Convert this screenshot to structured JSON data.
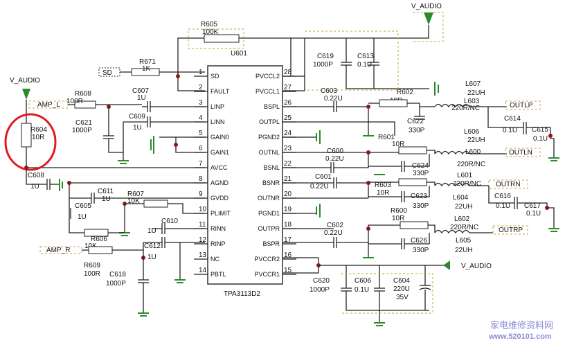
{
  "chip": {
    "ref": "U601",
    "part": "TPA3113D2",
    "left_pins": [
      {
        "num": "1",
        "name": "SD"
      },
      {
        "num": "2",
        "name": "FAULT"
      },
      {
        "num": "3",
        "name": "LINP"
      },
      {
        "num": "4",
        "name": "LINN"
      },
      {
        "num": "5",
        "name": "GAIN0"
      },
      {
        "num": "6",
        "name": "GAIN1"
      },
      {
        "num": "7",
        "name": "AVCC"
      },
      {
        "num": "8",
        "name": "AGND"
      },
      {
        "num": "9",
        "name": "GVDD"
      },
      {
        "num": "10",
        "name": "PLIMIT"
      },
      {
        "num": "11",
        "name": "RINN"
      },
      {
        "num": "12",
        "name": "RINP"
      },
      {
        "num": "13",
        "name": "NC"
      },
      {
        "num": "14",
        "name": "PBTL"
      }
    ],
    "right_pins": [
      {
        "num": "28",
        "name": "PVCCL2"
      },
      {
        "num": "27",
        "name": "PVCCL1"
      },
      {
        "num": "26",
        "name": "BSPL"
      },
      {
        "num": "25",
        "name": "OUTPL"
      },
      {
        "num": "24",
        "name": "PGND2"
      },
      {
        "num": "23",
        "name": "OUTNL"
      },
      {
        "num": "22",
        "name": "BSNL"
      },
      {
        "num": "21",
        "name": "BSNR"
      },
      {
        "num": "20",
        "name": "OUTNR"
      },
      {
        "num": "19",
        "name": "PGND1"
      },
      {
        "num": "18",
        "name": "OUTPR"
      },
      {
        "num": "17",
        "name": "BSPR"
      },
      {
        "num": "16",
        "name": "PVCCR2"
      },
      {
        "num": "15",
        "name": "PVCCR1"
      }
    ]
  },
  "ports": {
    "v_audio_top": "V_AUDIO",
    "v_audio_left": "V_AUDIO",
    "v_audio_bottom": "V_AUDIO",
    "amp_l": "AMP_L",
    "amp_r": "AMP_R",
    "sd": "SD",
    "outlp": "OUTLP",
    "outln": "OUTLN",
    "outrn": "OUTRN",
    "outrp": "OUTRP"
  },
  "components": {
    "R605": {
      "ref": "R605",
      "value": "100K"
    },
    "R671": {
      "ref": "R671",
      "value": "1K"
    },
    "R608": {
      "ref": "R608",
      "value": "100R"
    },
    "R604": {
      "ref": "R604",
      "value": "10R"
    },
    "C607": {
      "ref": "C607",
      "value": "1U"
    },
    "C609": {
      "ref": "C609",
      "value": "1U"
    },
    "C621": {
      "ref": "C621",
      "value": "1000P"
    },
    "C608": {
      "ref": "C608",
      "value": "1U"
    },
    "C611": {
      "ref": "C611",
      "value": "1U"
    },
    "R607": {
      "ref": "R607",
      "value": "10K"
    },
    "C605": {
      "ref": "C605",
      "value": "1U"
    },
    "R606": {
      "ref": "R606",
      "value": "10K"
    },
    "C610": {
      "ref": "C610",
      "value": "1U"
    },
    "C612": {
      "ref": "C612",
      "value": "1U"
    },
    "R609": {
      "ref": "R609",
      "value": "100R"
    },
    "C618": {
      "ref": "C618",
      "value": "1000P"
    },
    "C619": {
      "ref": "C619",
      "value": "1000P"
    },
    "C613": {
      "ref": "C613",
      "value": "0.1U"
    },
    "C603": {
      "ref": "C603",
      "value": "0.22U"
    },
    "R602": {
      "ref": "R602",
      "value": "10R"
    },
    "C622": {
      "ref": "C622",
      "value": "330P"
    },
    "L607": {
      "ref": "L607",
      "value": "22UH"
    },
    "L603": {
      "ref": "L603",
      "value": "220R/NC"
    },
    "C614": {
      "ref": "C614",
      "value": "0.1U"
    },
    "C615": {
      "ref": "C615",
      "value": "0.1U"
    },
    "L606": {
      "ref": "L606",
      "value": "22UH"
    },
    "L600": {
      "ref": "L600",
      "value": "220R/NC"
    },
    "R601": {
      "ref": "R601",
      "value": "10R"
    },
    "C600": {
      "ref": "C600",
      "value": "0.22U"
    },
    "C624": {
      "ref": "C624",
      "value": "330P"
    },
    "C601": {
      "ref": "C601",
      "value": "0.22U"
    },
    "R603": {
      "ref": "R603",
      "value": "10R"
    },
    "C623": {
      "ref": "C623",
      "value": "330P"
    },
    "L601": {
      "ref": "L601",
      "value": "220R/NC"
    },
    "L604": {
      "ref": "L604",
      "value": "22UH"
    },
    "C616": {
      "ref": "C616",
      "value": "0.1U"
    },
    "C617": {
      "ref": "C617",
      "value": "0.1U"
    },
    "R600": {
      "ref": "R600",
      "value": "10R"
    },
    "C602": {
      "ref": "C602",
      "value": "0.22U"
    },
    "L602": {
      "ref": "L602",
      "value": "220R/NC"
    },
    "L605": {
      "ref": "L605",
      "value": "22UH"
    },
    "C626": {
      "ref": "C626",
      "value": "330P"
    },
    "C620": {
      "ref": "C620",
      "value": "1000P"
    },
    "C606": {
      "ref": "C606",
      "value": "0.1U"
    },
    "C604": {
      "ref": "C604",
      "value": "220U",
      "voltage": "35V"
    }
  },
  "watermark": {
    "cn": "家电维修资料网",
    "url": "www.520101.com"
  },
  "colors": {
    "wire": "#222222",
    "ground": "#2b8a2b",
    "dashed": "#c7a33a",
    "highlight": "#e0191e"
  }
}
